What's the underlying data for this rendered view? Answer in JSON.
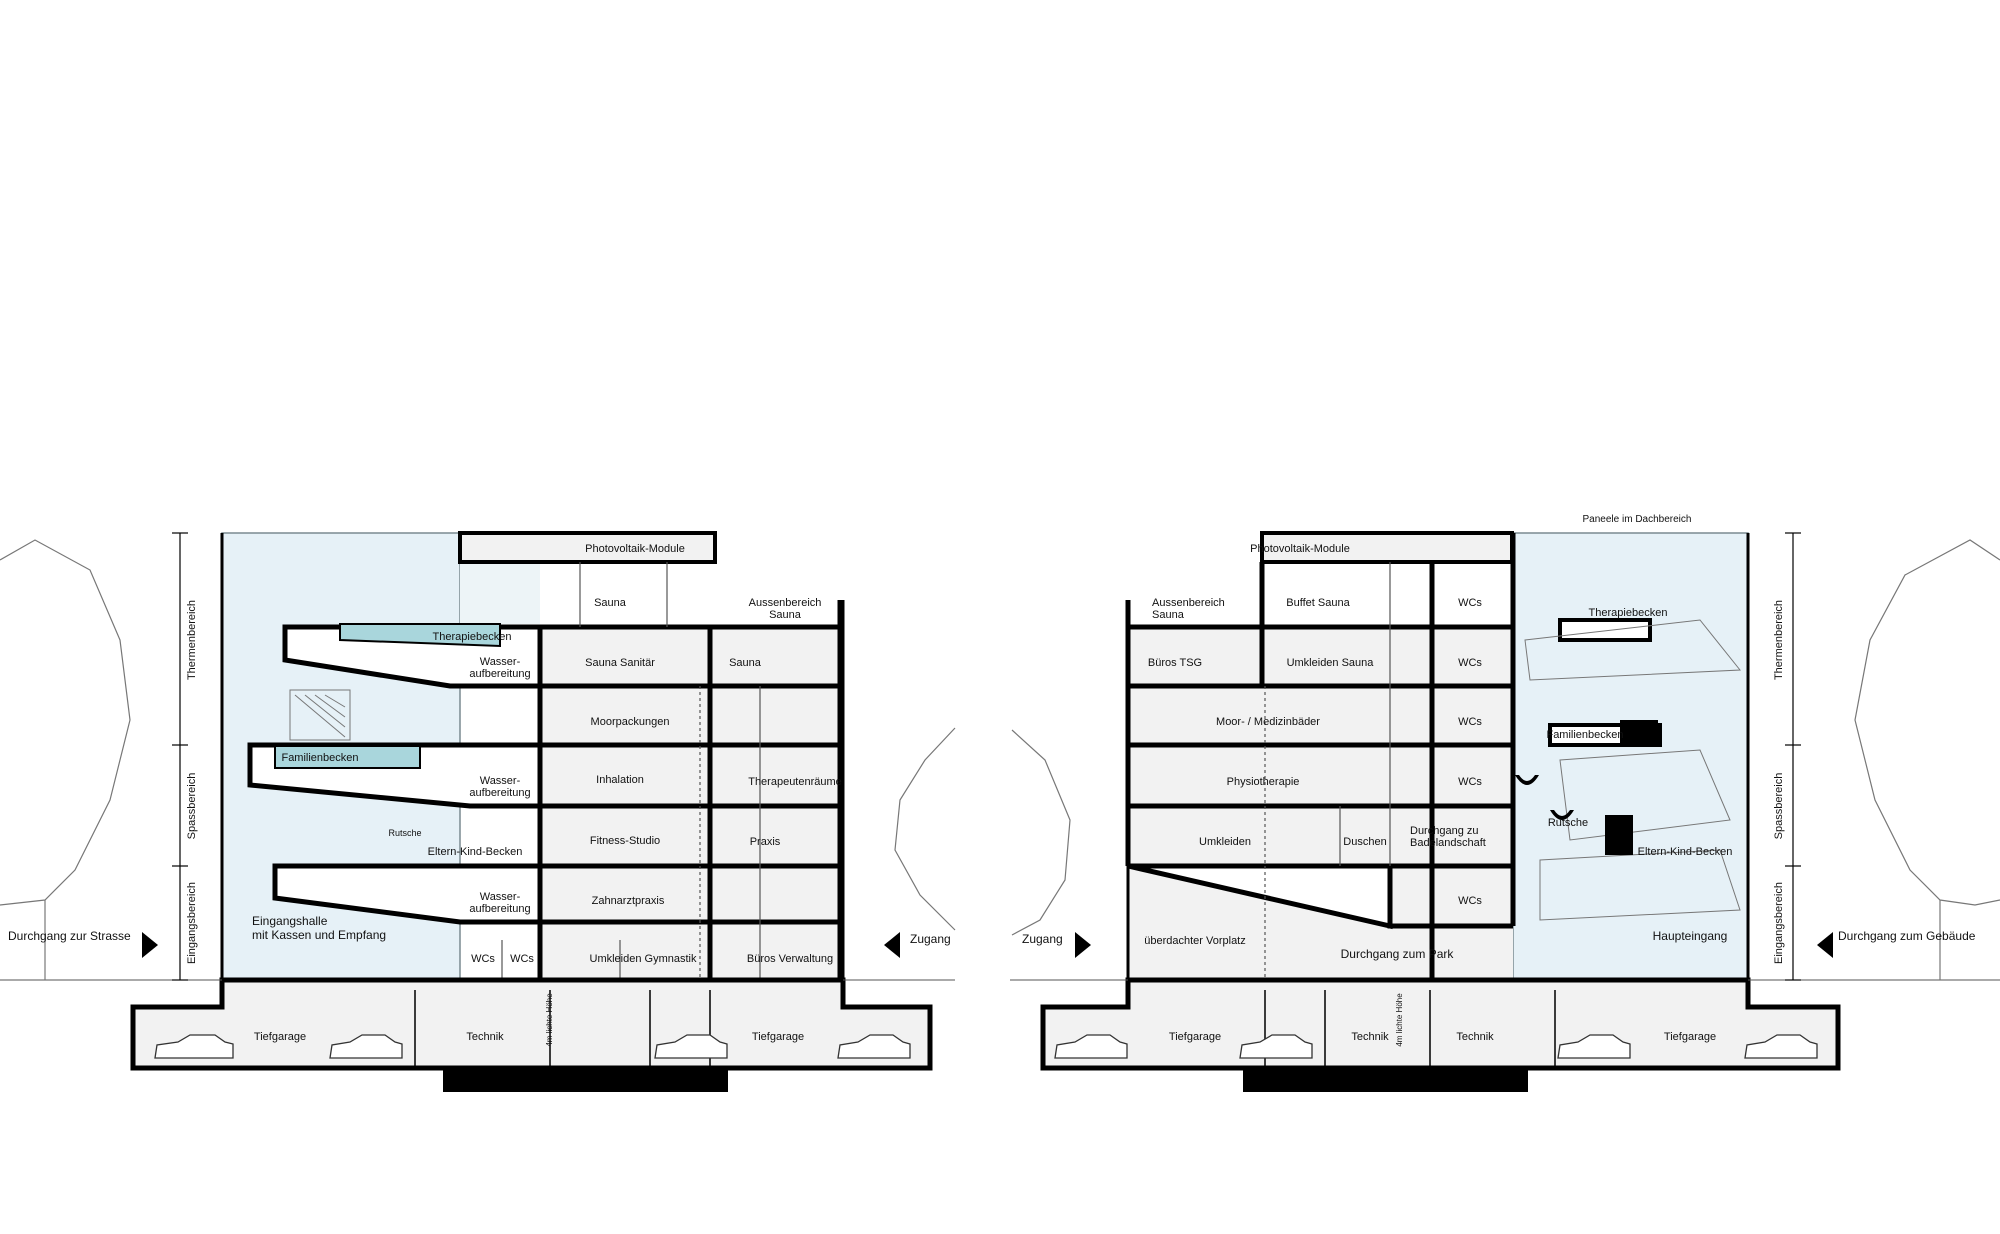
{
  "left_section": {
    "rooms": {
      "photovoltaik": "Photovoltaik-Module",
      "sauna": "Sauna",
      "aussenbereich_sauna_1": "Aussenbereich",
      "aussenbereich_sauna_2": "Sauna",
      "therapiebecken": "Therapiebecken",
      "wasseraufbereitung_a": "Wasser-",
      "wasseraufbereitung_b": "aufbereitung",
      "sauna_sanitaer": "Sauna Sanitär",
      "sauna_2": "Sauna",
      "moorpackungen": "Moorpackungen",
      "familienbecken": "Familienbecken",
      "inhalation": "Inhalation",
      "therapeutenraeume": "Therapeutenräume",
      "rutsche": "Rutsche",
      "eltern_kind_becken": "Eltern-Kind-Becken",
      "fitness_studio": "Fitness-Studio",
      "praxis": "Praxis",
      "zahnarztpraxis": "Zahnarztpraxis",
      "eingangshalle_1": "Eingangshalle",
      "eingangshalle_2": "mit Kassen und Empfang",
      "wcs": "WCs",
      "umkleiden_gymnastik": "Umkleiden Gymnastik",
      "bueros_verwaltung": "Büros Verwaltung",
      "tiefgarage": "Tiefgarage",
      "technik": "Technik",
      "lichte_hoehe": "4m lichte Höhe"
    },
    "zones": [
      "Thermenbereich",
      "Spassbereich",
      "Eingangsbereich"
    ],
    "access_left": "Durchgang zur Strasse",
    "access_right": "Zugang"
  },
  "right_section": {
    "rooms": {
      "paneele": "Paneele im Dachbereich",
      "photovoltaik": "Photovoltaik-Module",
      "aussenbereich_sauna_1": "Aussenbereich",
      "aussenbereich_sauna_2": "Sauna",
      "buffet_sauna": "Buffet Sauna",
      "wcs": "WCs",
      "therapiebecken": "Therapiebecken",
      "bueros_tsg": "Büros TSG",
      "umkleiden_sauna": "Umkleiden Sauna",
      "moor_medizinbaeder": "Moor- / Medizinbäder",
      "familienbecken": "Familienbecken",
      "physiotherapie": "Physiotherapie",
      "umkleiden": "Umkleiden",
      "duschen": "Duschen",
      "durchgang_bad_1": "Durchgang zu",
      "durchgang_bad_2": "Badelandschaft",
      "rutsche": "Rutsche",
      "eltern_kind_becken": "Eltern-Kind-Becken",
      "ueberdachter_vorplatz": "überdachter Vorplatz",
      "durchgang_park": "Durchgang zum Park",
      "haupteingang": "Haupteingang",
      "tiefgarage": "Tiefgarage",
      "technik": "Technik",
      "lichte_hoehe": "4m lichte Höhe"
    },
    "zones": [
      "Thermenbereich",
      "Spassbereich",
      "Eingangsbereich"
    ],
    "access_left": "Zugang",
    "access_right": "Durchgang zum Gebäude"
  },
  "colors": {
    "glass": "#e6f1f7",
    "pool": "#a9d6dc",
    "slab": "#000000",
    "room_fill": "#f2f2f2"
  }
}
